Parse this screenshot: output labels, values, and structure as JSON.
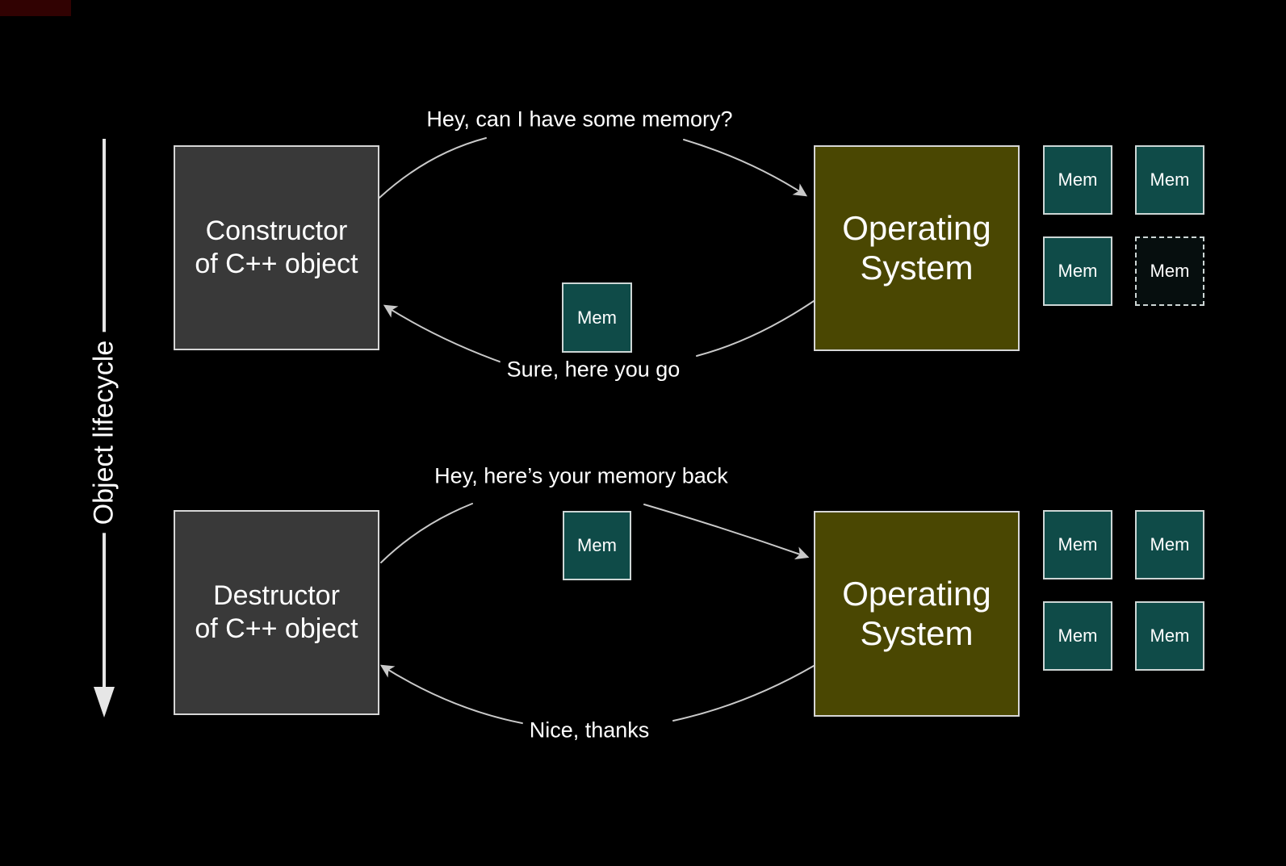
{
  "colors": {
    "background": "#000000",
    "text": "#ffffff",
    "object_box": "#393939",
    "os_box": "#4a4702",
    "mem_box": "#0f4b48",
    "mem_empty": "#060e0e",
    "mem_border": "#cdd6d5",
    "box_border": "#d6d6d6",
    "arrow": "#c9c9c9",
    "axis": "#e6e6e6",
    "video_strip": "#310202"
  },
  "lifecycle_axis": {
    "label": "Object lifecycle"
  },
  "allocation": {
    "actor_label": "Constructor\nof C++ object",
    "os_label": "Operating\nSystem",
    "request_label": "Hey, can I have some memory?",
    "response_label": "Sure, here you go",
    "transit_mem": {
      "label": "Mem"
    },
    "os_pool": [
      {
        "label": "Mem",
        "state": "present"
      },
      {
        "label": "Mem",
        "state": "present"
      },
      {
        "label": "Mem",
        "state": "present"
      },
      {
        "label": "Mem",
        "state": "handed-out"
      }
    ]
  },
  "deallocation": {
    "actor_label": "Destructor\nof C++ object",
    "os_label": "Operating\nSystem",
    "request_label": "Hey, here’s your memory back",
    "response_label": "Nice, thanks",
    "transit_mem": {
      "label": "Mem"
    },
    "os_pool": [
      {
        "label": "Mem",
        "state": "present"
      },
      {
        "label": "Mem",
        "state": "present"
      },
      {
        "label": "Mem",
        "state": "present"
      },
      {
        "label": "Mem",
        "state": "present"
      }
    ]
  }
}
